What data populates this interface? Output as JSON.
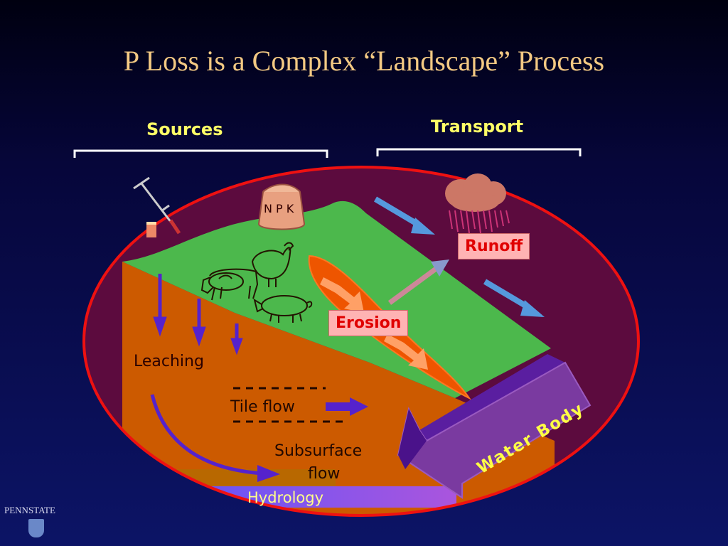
{
  "title": "P Loss is a Complex “Landscape” Process",
  "headers": {
    "sources": "Sources",
    "transport": "Transport"
  },
  "labels": {
    "npk": "N P K",
    "runoff": "Runoff",
    "erosion": "Erosion",
    "leaching": "Leaching",
    "tile_flow": "Tile flow",
    "subsurface_flow_1": "Subsurface",
    "subsurface_flow_2": "flow",
    "hydrology": "Hydrology",
    "water_body": "Water Body"
  },
  "logo": {
    "text": "PENNSTATE"
  },
  "colors": {
    "background": "#06063a",
    "title": "#f3c983",
    "header": "#ffff66",
    "field": "#4cb84c",
    "soil": "#cc5a00",
    "ellipse": "#ee1111",
    "water": "#7a3aa0",
    "label_box": "#ffb3b3",
    "label_box_text": "#e00000"
  }
}
